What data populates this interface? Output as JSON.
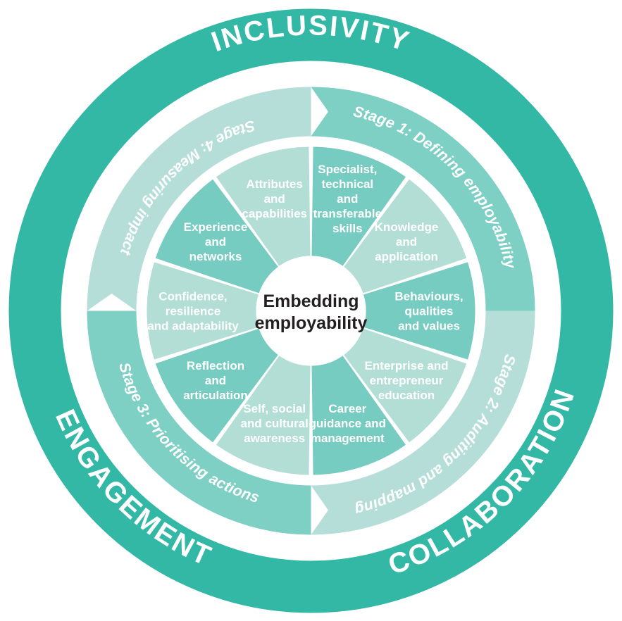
{
  "diagram": {
    "title": "Embedding employability wheel",
    "center": {
      "line1": "Embedding",
      "line2": "employability"
    },
    "colors": {
      "outer_ring": "#32B8A5",
      "stage_dark": "#7ECFC4",
      "stage_light": "#B5DED8",
      "wedge_dark": "#77CCC1",
      "wedge_light": "#B3DED5",
      "background": "#FFFFFF",
      "center_text": "#231F20",
      "label_text": "#FFFFFF"
    },
    "outer_ring": {
      "name": "values-ring",
      "labels": [
        {
          "text": "INCLUSIVITY",
          "position": "top"
        },
        {
          "text": "COLLABORATION",
          "position": "bottom-right"
        },
        {
          "text": "ENGAGEMENT",
          "position": "bottom-left"
        }
      ]
    },
    "stage_ring": {
      "name": "stages-ring",
      "stages": [
        {
          "id": "stage-1",
          "text": "Stage 1: Defining employability",
          "tone": "dark"
        },
        {
          "id": "stage-2",
          "text": "Stage 2: Auditing and mapping",
          "tone": "light"
        },
        {
          "id": "stage-3",
          "text": "Stage 3: Prioritising actions",
          "tone": "dark"
        },
        {
          "id": "stage-4",
          "text": "Stage 4: Measuring impact",
          "tone": "light"
        }
      ]
    },
    "wedge_ring": {
      "name": "employability-elements-ring",
      "wedges": [
        {
          "id": "wedge-specialist-skills",
          "tone": "dark",
          "lines": [
            "Specialist,",
            "technical",
            "and",
            "transferable",
            "skills"
          ]
        },
        {
          "id": "wedge-knowledge-application",
          "tone": "light",
          "lines": [
            "Knowledge",
            "and",
            "application"
          ]
        },
        {
          "id": "wedge-behaviours-qualities-values",
          "tone": "dark",
          "lines": [
            "Behaviours,",
            "qualities",
            "and values"
          ]
        },
        {
          "id": "wedge-enterprise-entrepreneur-education",
          "tone": "light",
          "lines": [
            "Enterprise and",
            "entrepreneur",
            "education"
          ]
        },
        {
          "id": "wedge-career-guidance-management",
          "tone": "dark",
          "lines": [
            "Career",
            "guidance and",
            "management"
          ]
        },
        {
          "id": "wedge-self-social-cultural-awareness",
          "tone": "light",
          "lines": [
            "Self, social",
            "and cultural",
            "awareness"
          ]
        },
        {
          "id": "wedge-reflection-articulation",
          "tone": "dark",
          "lines": [
            "Reflection",
            "and",
            "articulation"
          ]
        },
        {
          "id": "wedge-confidence-resilience-adaptability",
          "tone": "light",
          "lines": [
            "Confidence,",
            "resilience",
            "and adaptability"
          ]
        },
        {
          "id": "wedge-experience-networks",
          "tone": "dark",
          "lines": [
            "Experience",
            "and",
            "networks"
          ]
        },
        {
          "id": "wedge-attributes-capabilities",
          "tone": "light",
          "lines": [
            "Attributes",
            "and",
            "capabilities"
          ]
        }
      ]
    }
  }
}
